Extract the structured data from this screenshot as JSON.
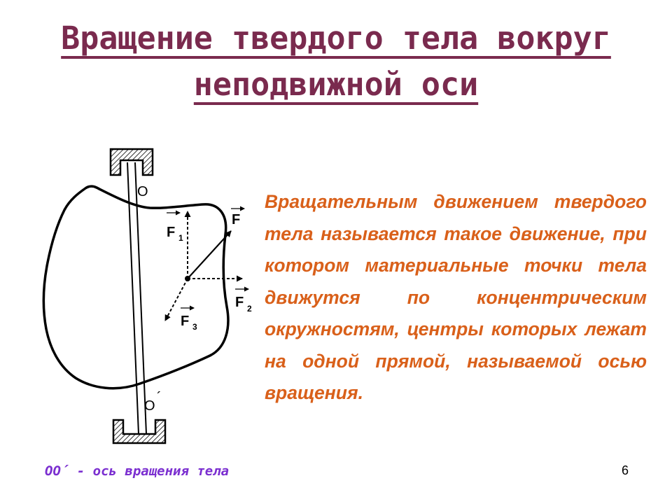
{
  "title": {
    "line1": "Вращение твердого тела вокруг",
    "line2": "неподвижной оси"
  },
  "definition": "Вращательным движением твердого тела называется такое движение, при котором материальные точки тела движутся по концентрическим окружностям, центры которых лежат на одной прямой, называемой осью вращения.",
  "diagram": {
    "point_top": "O",
    "point_bottom": "O",
    "point_bottom_prime": "´",
    "force": "F",
    "force1": "F",
    "force1_sub": "1",
    "force2": "F",
    "force2_sub": "2",
    "force3": "F",
    "force3_sub": "3"
  },
  "caption": "OO´ - ось вращения тела",
  "page_number": "6",
  "colors": {
    "title": "#7a2a4e",
    "definition": "#d9601a",
    "caption": "#7b2fd0"
  }
}
